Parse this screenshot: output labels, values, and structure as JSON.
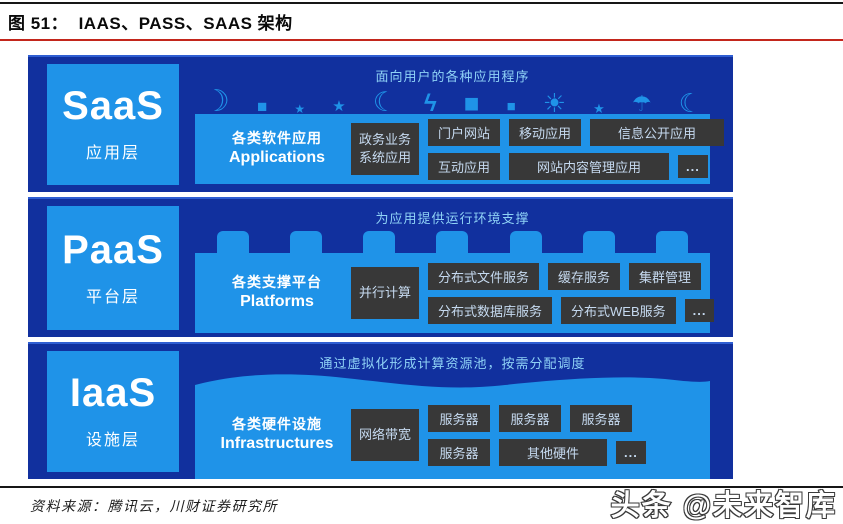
{
  "figure": {
    "title": "图 51：  IAAS、PASS、SAAS 架构",
    "source": "资料来源：腾讯云，川财证券研究所",
    "watermark": "头条 @未来智库"
  },
  "colors": {
    "panel_navy": "#11309e",
    "bright_blue": "#1f93e8",
    "caption_blue": "#8fd2f6",
    "dark_box": "#383838",
    "box_text": "#c6daf0",
    "title_rule_red": "#c3261c"
  },
  "skyline": [
    {
      "name": "moon-icon",
      "glyph": "☽"
    },
    {
      "name": "app-tile-icon",
      "glyph": "■"
    },
    {
      "name": "star-icon",
      "glyph": "★"
    },
    {
      "name": "star-icon",
      "glyph": "★"
    },
    {
      "name": "crescent-icon",
      "glyph": "☾"
    },
    {
      "name": "lightning-icon",
      "glyph": "ϟ"
    },
    {
      "name": "chat-bubble-icon",
      "glyph": "■"
    },
    {
      "name": "app-tile-icon",
      "glyph": "■"
    },
    {
      "name": "sun-icon",
      "glyph": "☀"
    },
    {
      "name": "star-icon",
      "glyph": "★"
    },
    {
      "name": "umbrella-icon",
      "glyph": "☂"
    },
    {
      "name": "crescent-icon",
      "glyph": "☾"
    }
  ],
  "layers": {
    "saas": {
      "name": "SaaS",
      "sublabel": "应用层",
      "caption": "面向用户的各种应用程序",
      "category": "各类软件应用",
      "category_en": "Applications",
      "side_box": "政务业务系统应用",
      "row1": [
        "门户网站",
        "移动应用",
        "信息公开应用"
      ],
      "row2": [
        "互动应用",
        "网站内容管理应用",
        "..."
      ]
    },
    "paas": {
      "name": "PaaS",
      "sublabel": "平台层",
      "caption": "为应用提供运行环境支撑",
      "category": "各类支撑平台",
      "category_en": "Platforms",
      "side_box": "并行计算",
      "row1": [
        "分布式文件服务",
        "缓存服务",
        "集群管理"
      ],
      "row2": [
        "分布式数据库服务",
        "分布式WEB服务",
        "..."
      ]
    },
    "iaas": {
      "name": "IaaS",
      "sublabel": "设施层",
      "caption": "通过虚拟化形成计算资源池，按需分配调度",
      "category": "各类硬件设施",
      "category_en": "Infrastructures",
      "side_box": "网络带宽",
      "row1": [
        "服务器",
        "服务器",
        "服务器"
      ],
      "row2": [
        "服务器",
        "其他硬件",
        "..."
      ]
    }
  }
}
